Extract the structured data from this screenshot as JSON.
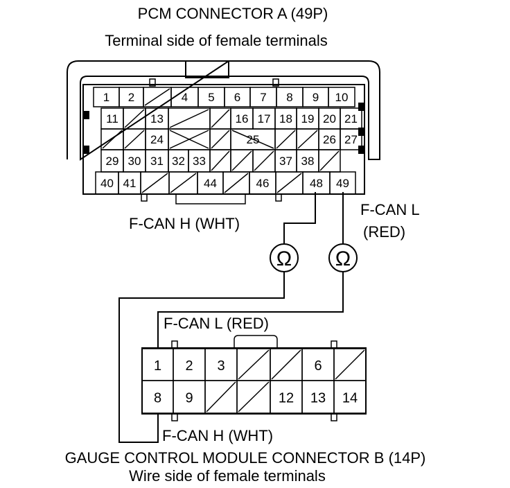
{
  "pcm_connector": {
    "title": "PCM CONNECTOR A (49P)",
    "subtitle": "Terminal side of female terminals",
    "rows": [
      [
        "1",
        "2",
        "",
        "4",
        "5",
        "6",
        "7",
        "8",
        "9",
        "10"
      ],
      [
        "11",
        "",
        "13",
        "",
        "",
        "16",
        "17",
        "18",
        "19",
        "20",
        "21"
      ],
      [
        "",
        "",
        "24",
        "",
        "",
        "25",
        "",
        "",
        "26",
        "27",
        ""
      ],
      [
        "29",
        "30",
        "31",
        "32",
        "33",
        "",
        "",
        "",
        "37",
        "38",
        ""
      ],
      [
        "40",
        "41",
        "",
        "",
        "44",
        "",
        "46",
        "",
        "48",
        "49"
      ]
    ]
  },
  "gauge_connector": {
    "title": "GAUGE CONTROL MODULE CONNECTOR B (14P)",
    "subtitle": "Wire side of female terminals",
    "rows": [
      [
        "1",
        "2",
        "3",
        "",
        "",
        "6",
        ""
      ],
      [
        "8",
        "9",
        "",
        "",
        "12",
        "13",
        "14"
      ]
    ]
  },
  "wires": {
    "can_h_top": "F-CAN H (WHT)",
    "can_l_top_line1": "F-CAN L",
    "can_l_top_line2": "(RED)",
    "can_l_bottom": "F-CAN L (RED)",
    "can_h_bottom": "F-CAN H (WHT)"
  },
  "meters": {
    "symbol": "Ω"
  }
}
